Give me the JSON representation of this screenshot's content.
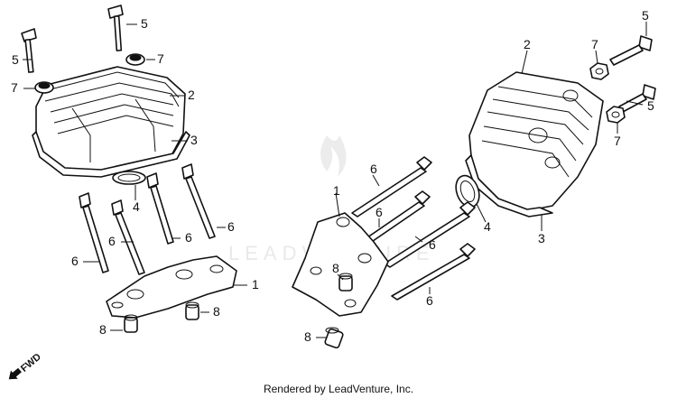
{
  "callouts": {
    "c1": "1",
    "c2": "1",
    "c3": "2",
    "c4": "2",
    "c5": "3",
    "c6": "3",
    "c7": "4",
    "c8": "4",
    "c9": "5",
    "c10": "5",
    "c11": "5",
    "c12": "5",
    "c13": "6",
    "c14": "6",
    "c15": "6",
    "c16": "6",
    "c17": "6",
    "c18": "6",
    "c19": "6",
    "c20": "6",
    "c21": "7",
    "c22": "7",
    "c23": "7",
    "c24": "7",
    "c25": "8",
    "c26": "8",
    "c27": "8"
  },
  "direction_label": "FWD",
  "watermark": "LEADVENTURE",
  "footer": "Rendered by LeadVenture, Inc."
}
